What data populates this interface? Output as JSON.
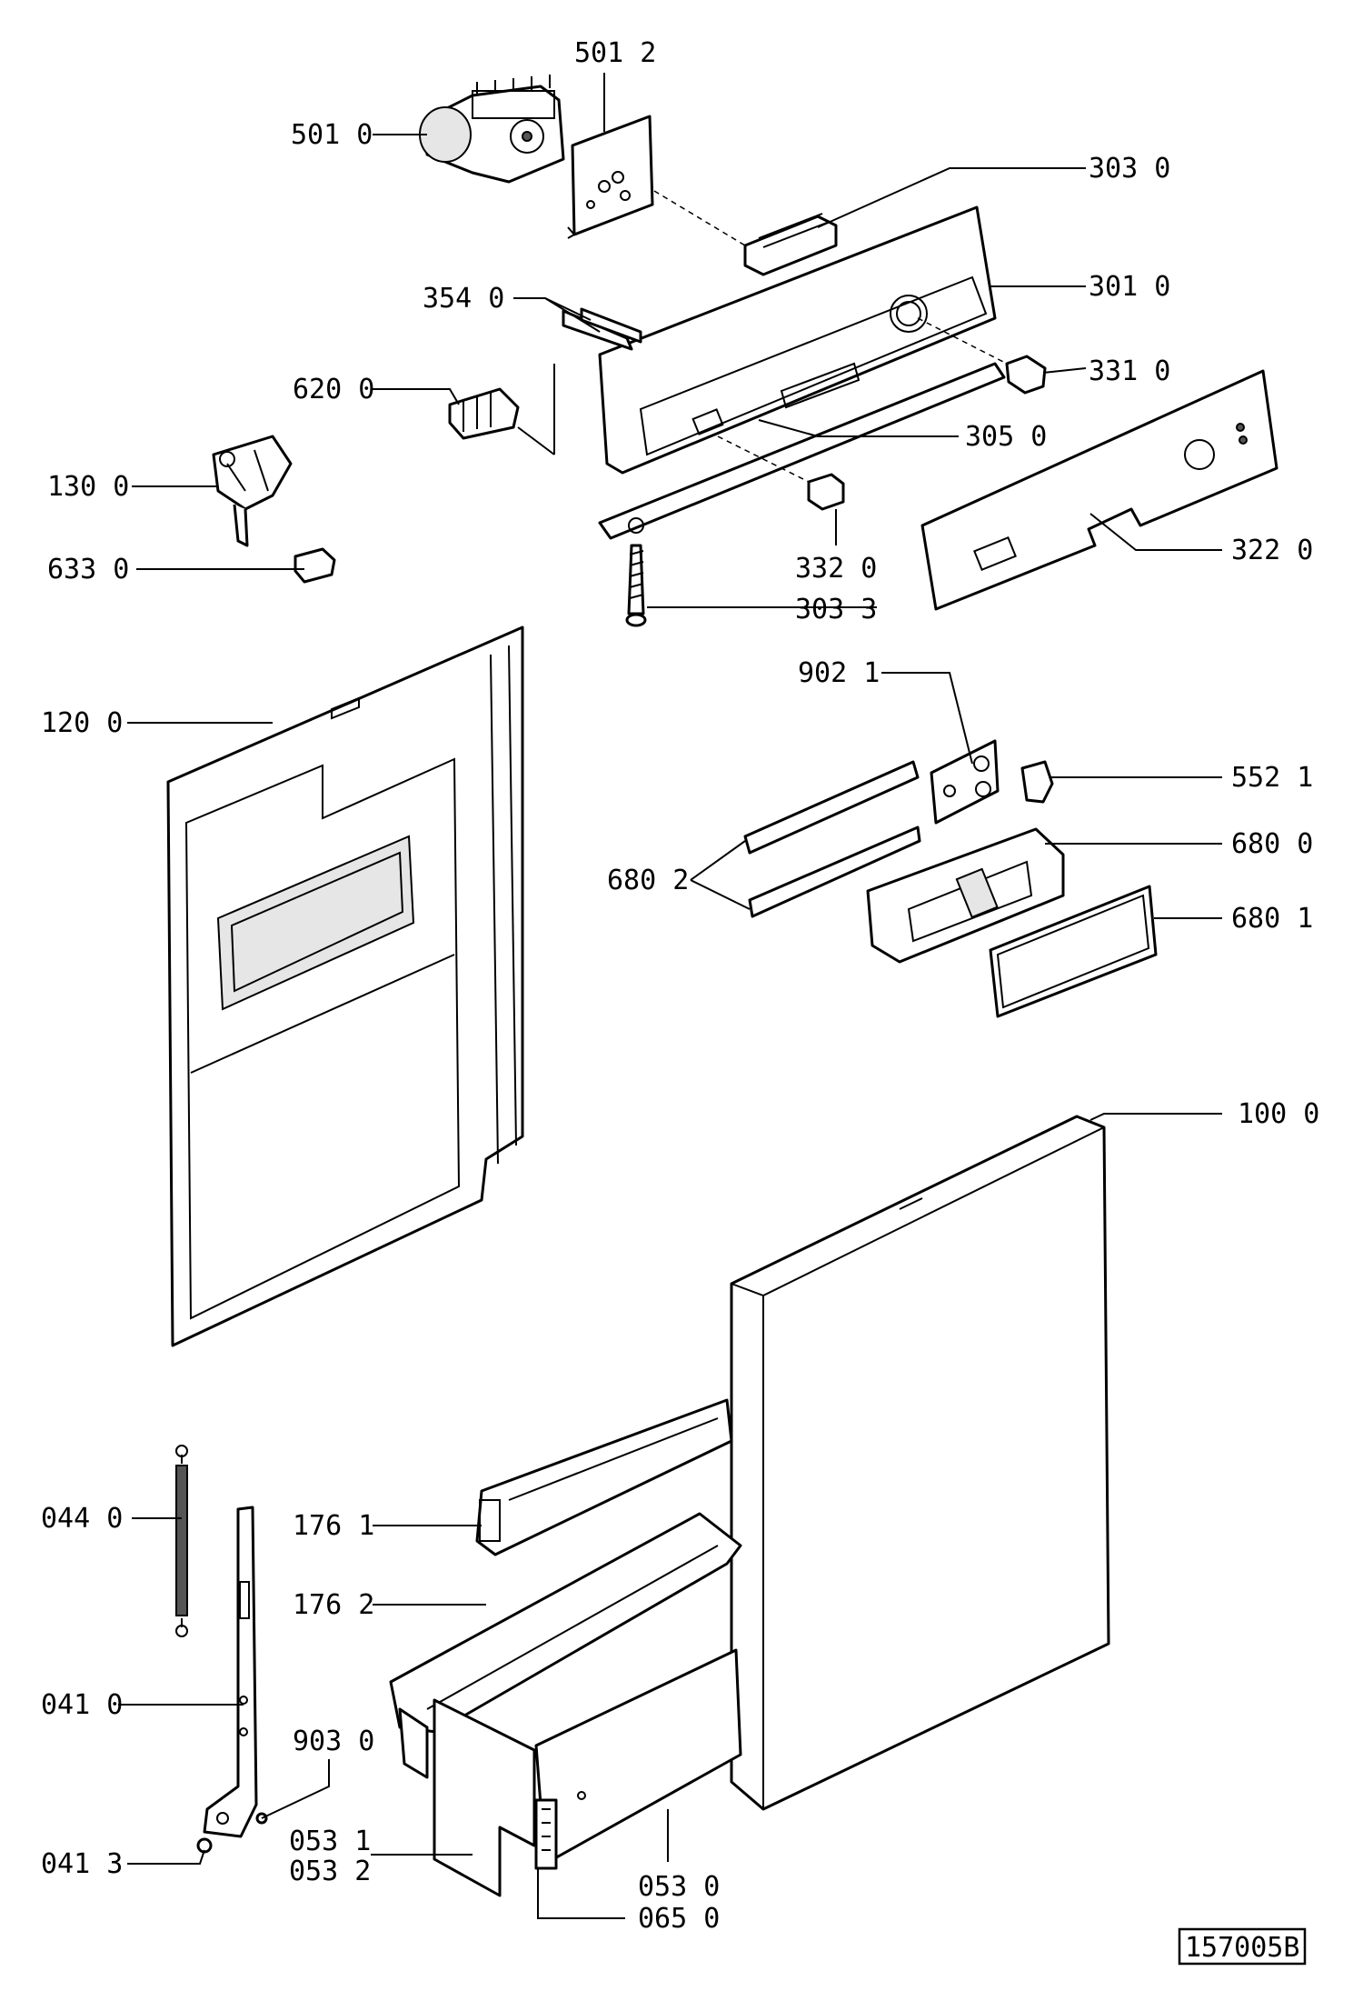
{
  "labels": {
    "l5012": "501 2",
    "l5010": "501 0",
    "l3030": "303 0",
    "l3010": "301 0",
    "l3540": "354 0",
    "l3310": "331 0",
    "l6200": "620 0",
    "l3050": "305 0",
    "l1300": "130 0",
    "l3220": "322 0",
    "l6330": "633 0",
    "l3320": "332 0",
    "l3033": "303 3",
    "l9021": "902 1",
    "l1200": "120 0",
    "l5521": "552 1",
    "l6800": "680 0",
    "l6802": "680 2",
    "l6801": "680 1",
    "l1000": "100 0",
    "l0440": "044 0",
    "l1761": "176 1",
    "l1762": "176 2",
    "l0410": "041 0",
    "l9030": "903 0",
    "l0531": "053 1",
    "l0532": "053 2",
    "l0413": "041 3",
    "l0530": "053 0",
    "l0650": "065 0"
  },
  "drawing_ref": "157005B"
}
